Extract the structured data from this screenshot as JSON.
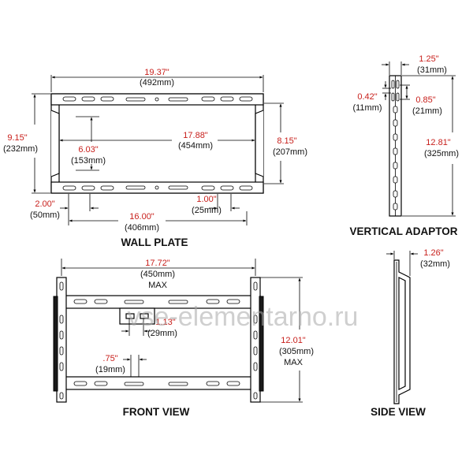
{
  "titles": {
    "wall_plate": "WALL PLATE",
    "vertical_adaptor": "VERTICAL ADAPTOR",
    "front_view": "FRONT VIEW",
    "side_view": "SIDE VIEW"
  },
  "wall_plate": {
    "overall_width_in": "19.37\"",
    "overall_width_mm": "(492mm)",
    "height_in": "9.15\"",
    "height_mm": "(232mm)",
    "inner_height_in": "8.15\"",
    "inner_height_mm": "(207mm)",
    "center_width_in": "17.88\"",
    "center_width_mm": "(454mm)",
    "inner_v_in": "6.03\"",
    "inner_v_mm": "(153mm)",
    "offset_in": "2.00\"",
    "offset_mm": "(50mm)",
    "slot_in": "1.00\"",
    "slot_mm": "(25mm)",
    "bottom_width_in": "16.00\"",
    "bottom_width_mm": "(406mm)"
  },
  "vertical_adaptor": {
    "width_in": "1.25\"",
    "width_mm": "(31mm)",
    "hole_in": "0.42\"",
    "hole_mm": "(11mm)",
    "slot_in": "0.85\"",
    "slot_mm": "(21mm)",
    "length_in": "12.81\"",
    "length_mm": "(325mm)"
  },
  "front_view": {
    "width_in": "17.72\"",
    "width_mm": "(450mm)",
    "width_max": "MAX",
    "height_in": "12.01\"",
    "height_mm": "(305mm)",
    "height_max": "MAX",
    "offset1_in": "1.13\"",
    "offset1_mm": "(29mm)",
    "offset2_in": ".75\"",
    "offset2_mm": "(19mm)"
  },
  "side_view": {
    "depth_in": "1.26\"",
    "depth_mm": "(32mm)"
  },
  "watermark": "vse-elementarno.ru"
}
